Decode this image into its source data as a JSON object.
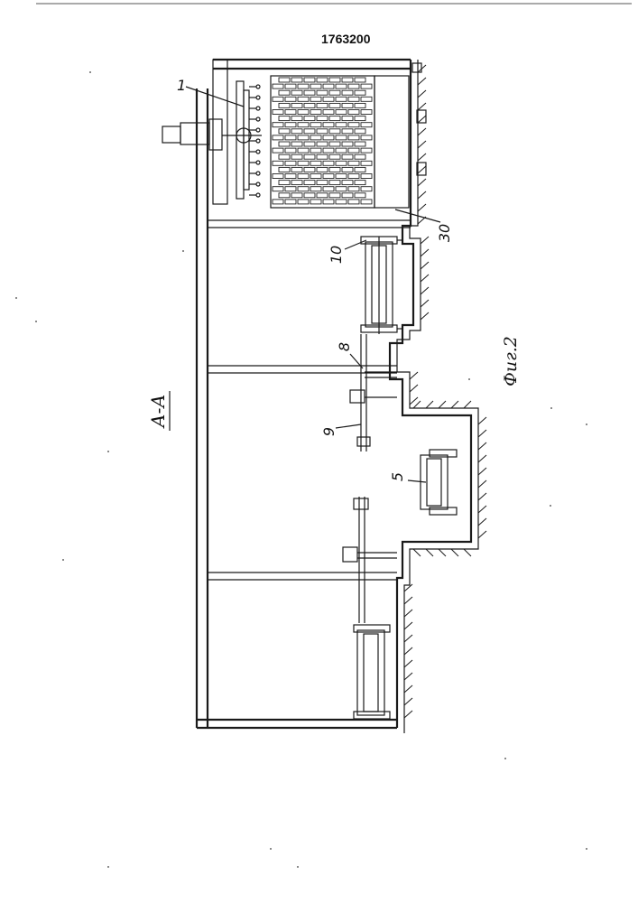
{
  "document_number": "1763200",
  "section_label": "А-А",
  "figure_caption": "Фиг.2",
  "callouts": [
    "1",
    "30",
    "10",
    "8",
    "9",
    "5"
  ]
}
